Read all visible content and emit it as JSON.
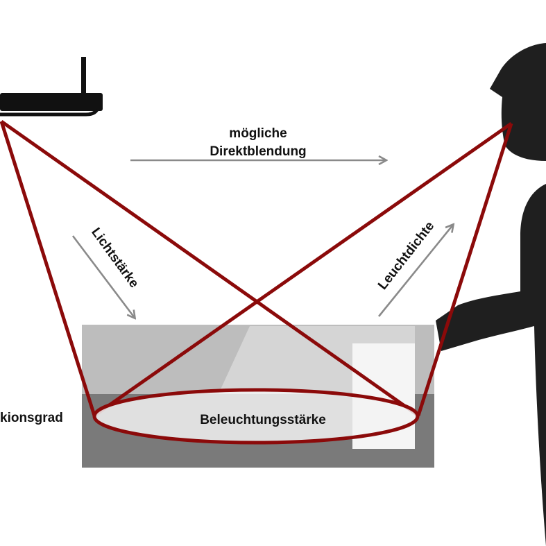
{
  "labels": {
    "direct_glare": [
      "mögliche",
      "Direktblendung"
    ],
    "luminous_intensity": "Lichtstärke",
    "luminance": "Leuchtdichte",
    "illuminance": "Beleuchtungsstärke",
    "reflectance": "kionsgrad"
  },
  "colors": {
    "beam": "#8b0a0a",
    "arrow": "#8a8a8a",
    "silhouette": "#1f1f1f",
    "desk_back": "#bdbdbd",
    "desk_front": "#7a7a7a",
    "paper": "#f5f5f5"
  },
  "icons": {
    "lamp": "ceiling-luminaire-icon",
    "person": "person-silhouette-icon"
  }
}
